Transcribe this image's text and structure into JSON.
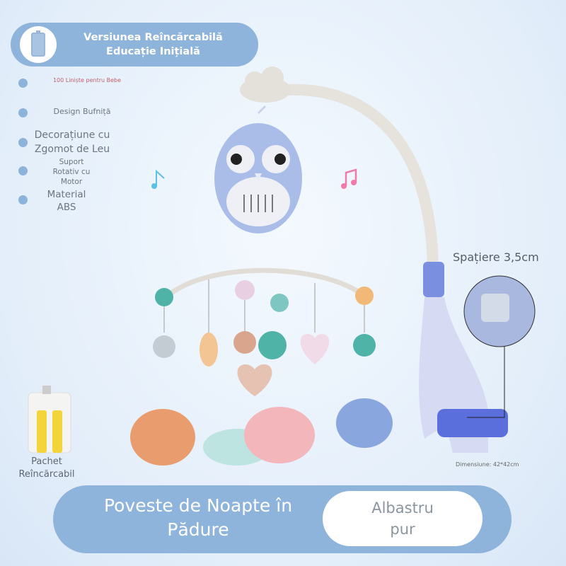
{
  "header": {
    "line1": "Versiunea Reîncărcabilă",
    "line2": "Educație Inițială",
    "icon": "battery-icon"
  },
  "features": [
    {
      "label": "100 Liniște pentru Bebe"
    },
    {
      "label": "Design Bufniță"
    },
    {
      "label": "Decorațiune cu Zgomot de Leu"
    },
    {
      "label": "Suport Rotativ cu Motor"
    },
    {
      "label": "Material ABS"
    }
  ],
  "product": {
    "spacing_label": "Spațiere 3,5cm",
    "dimension_label": "Dimensiune: 42*42cm",
    "battery_pack_label": "Pachet Reîncărcabil"
  },
  "bottom": {
    "title": "Poveste de Noapte în Pădure",
    "color": "Albastru pur"
  },
  "colors": {
    "accent": "#8fb4dc",
    "owl": "#a9bde8",
    "clamp": "#6a7fe0"
  }
}
